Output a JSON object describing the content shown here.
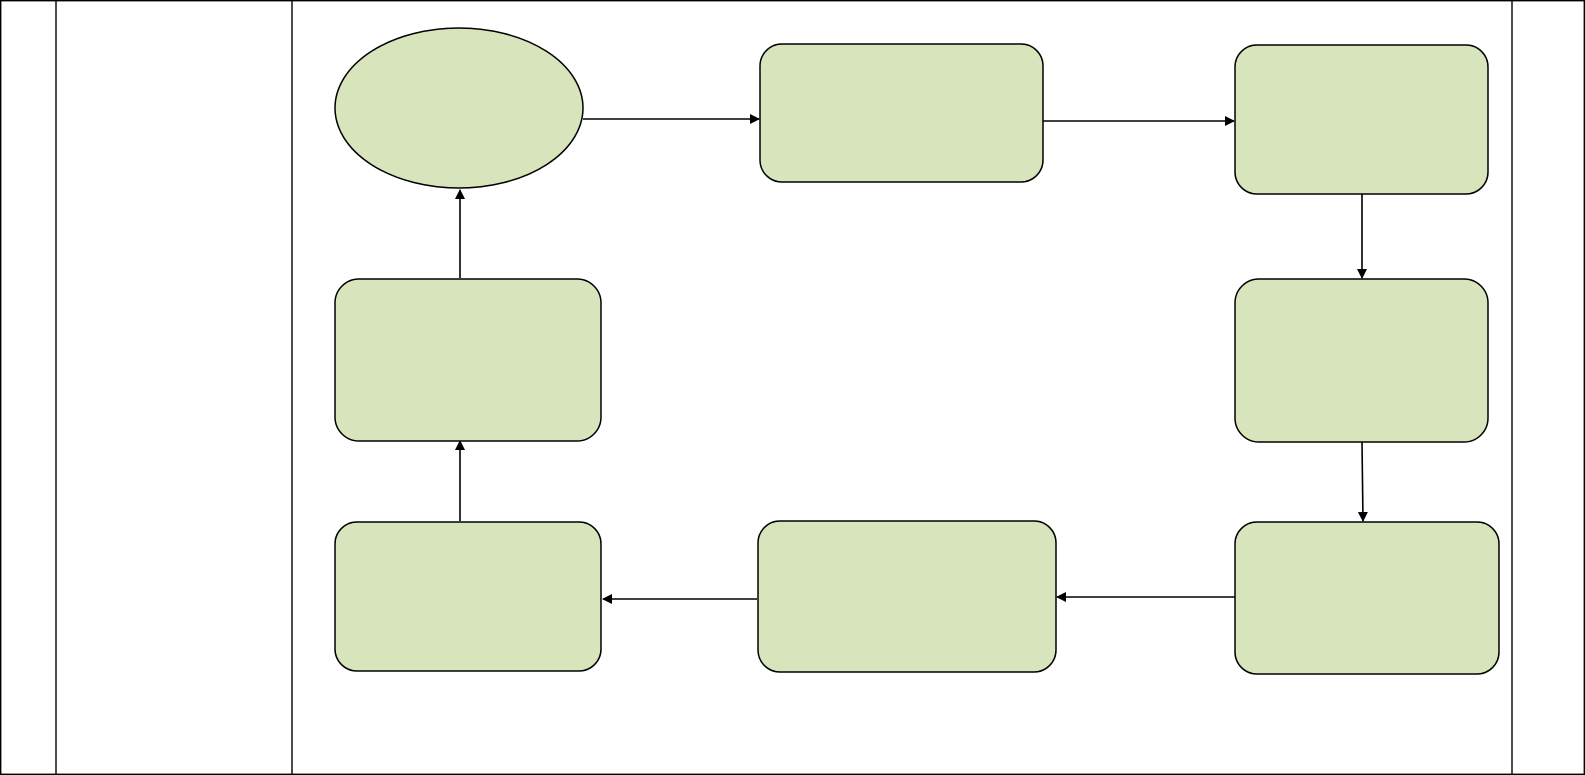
{
  "diagram": {
    "type": "flowchart",
    "layout": "cycle",
    "background_color": "#ffffff",
    "node_fill_color": "#d8e4bc",
    "stroke_color": "#000000",
    "table": {
      "columns": 4
    },
    "nodes": [
      {
        "id": "start",
        "shape": "ellipse",
        "label": ""
      },
      {
        "id": "step-2",
        "shape": "rounded-rect",
        "label": ""
      },
      {
        "id": "step-3",
        "shape": "rounded-rect",
        "label": ""
      },
      {
        "id": "step-4",
        "shape": "rounded-rect",
        "label": ""
      },
      {
        "id": "step-5",
        "shape": "rounded-rect",
        "label": ""
      },
      {
        "id": "step-6",
        "shape": "rounded-rect",
        "label": ""
      },
      {
        "id": "step-7",
        "shape": "rounded-rect",
        "label": ""
      },
      {
        "id": "step-8",
        "shape": "rounded-rect",
        "label": ""
      }
    ],
    "edges": [
      {
        "from": "start",
        "to": "step-2"
      },
      {
        "from": "step-2",
        "to": "step-3"
      },
      {
        "from": "step-3",
        "to": "step-4"
      },
      {
        "from": "step-4",
        "to": "step-5"
      },
      {
        "from": "step-5",
        "to": "step-6"
      },
      {
        "from": "step-6",
        "to": "step-7"
      },
      {
        "from": "step-7",
        "to": "step-8"
      },
      {
        "from": "step-8",
        "to": "start"
      }
    ]
  }
}
